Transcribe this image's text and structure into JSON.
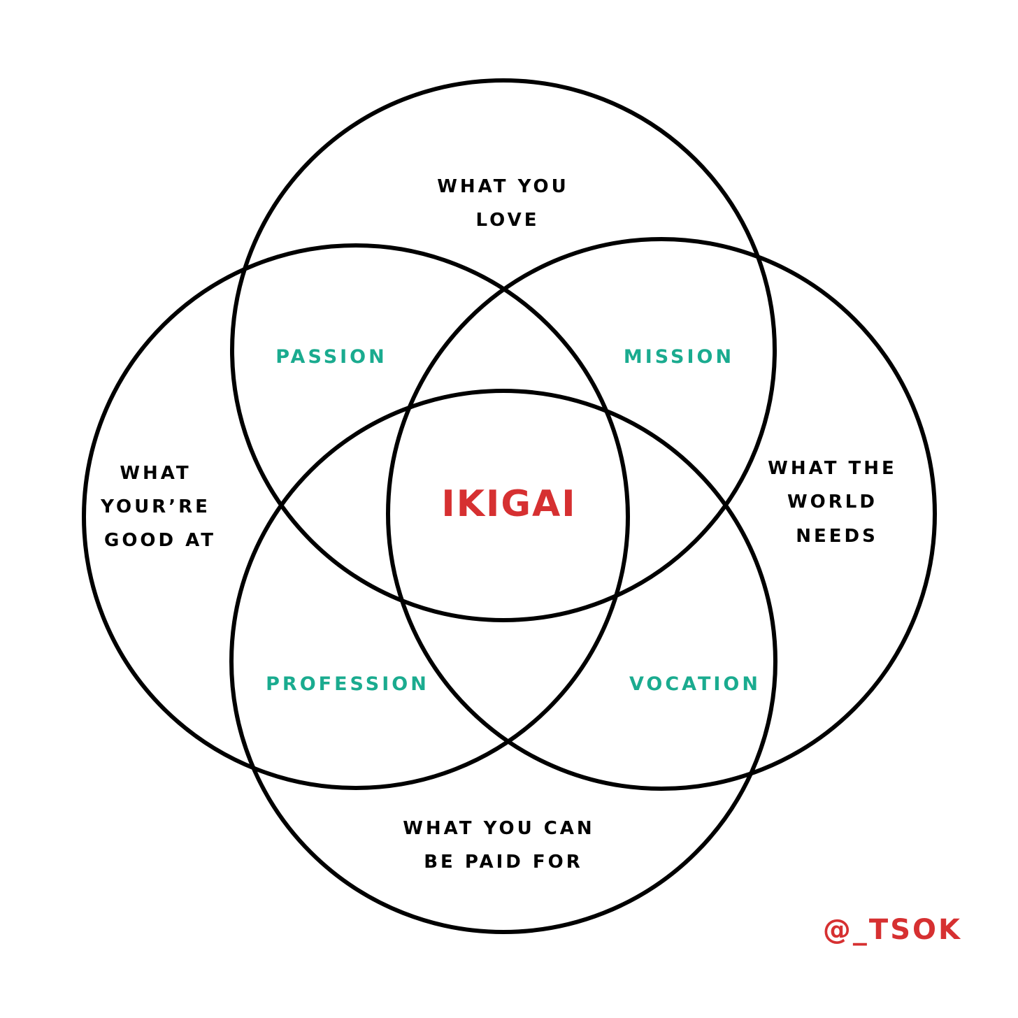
{
  "colors": {
    "outline": "#000000",
    "overlap_label": "#1aab8f",
    "accent": "#d63031",
    "background": "#ffffff"
  },
  "circles": {
    "top": [
      "WHAT YOU",
      "LOVE"
    ],
    "left": [
      "WHAT",
      "YOUR’RE",
      "GOOD AT"
    ],
    "right": [
      "WHAT THE",
      "WORLD",
      "NEEDS"
    ],
    "bottom": [
      "WHAT YOU CAN",
      "BE PAID FOR"
    ]
  },
  "overlaps": {
    "passion": "PASSION",
    "mission": "MISSION",
    "profession": "PROFESSION",
    "vocation": "VOCATION"
  },
  "center": "IKIGAI",
  "handle": "@_TSOK"
}
